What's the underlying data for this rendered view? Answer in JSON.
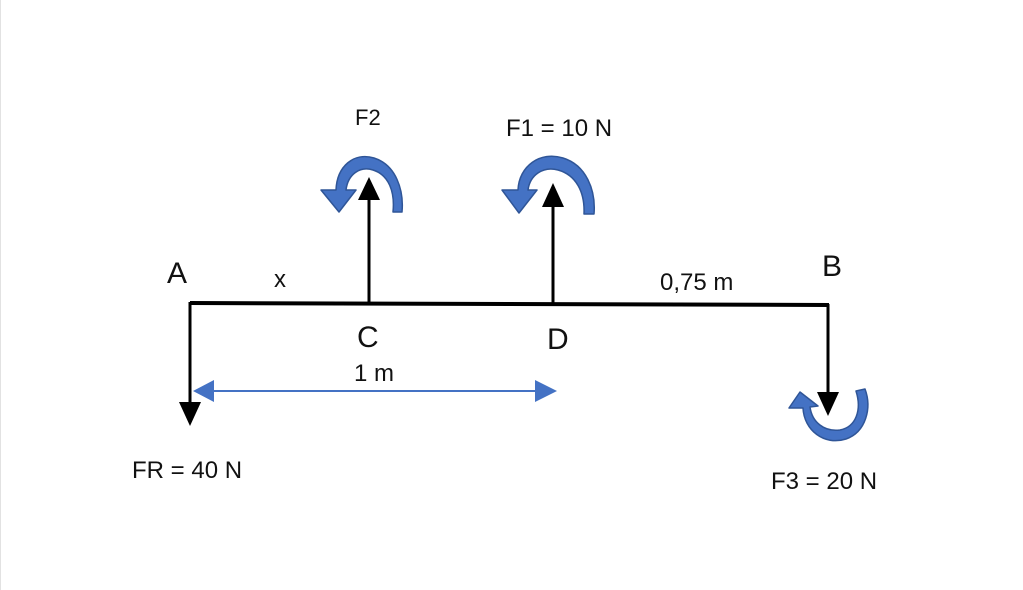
{
  "diagram": {
    "points": {
      "a": "A",
      "b": "B",
      "c": "C",
      "d": "D"
    },
    "forces": {
      "fr": "FR = 40 N",
      "f1": "F1 = 10 N",
      "f2": "F2",
      "f3": "F3 = 20 N"
    },
    "dimensions": {
      "x": "x",
      "ad": "1 m",
      "db": "0,75 m"
    },
    "colors": {
      "beam": "#000000",
      "moment_arrow": "#4472C4",
      "moment_arrow_dark": "#2F5597",
      "dimension_arrow": "#4472C4"
    }
  }
}
